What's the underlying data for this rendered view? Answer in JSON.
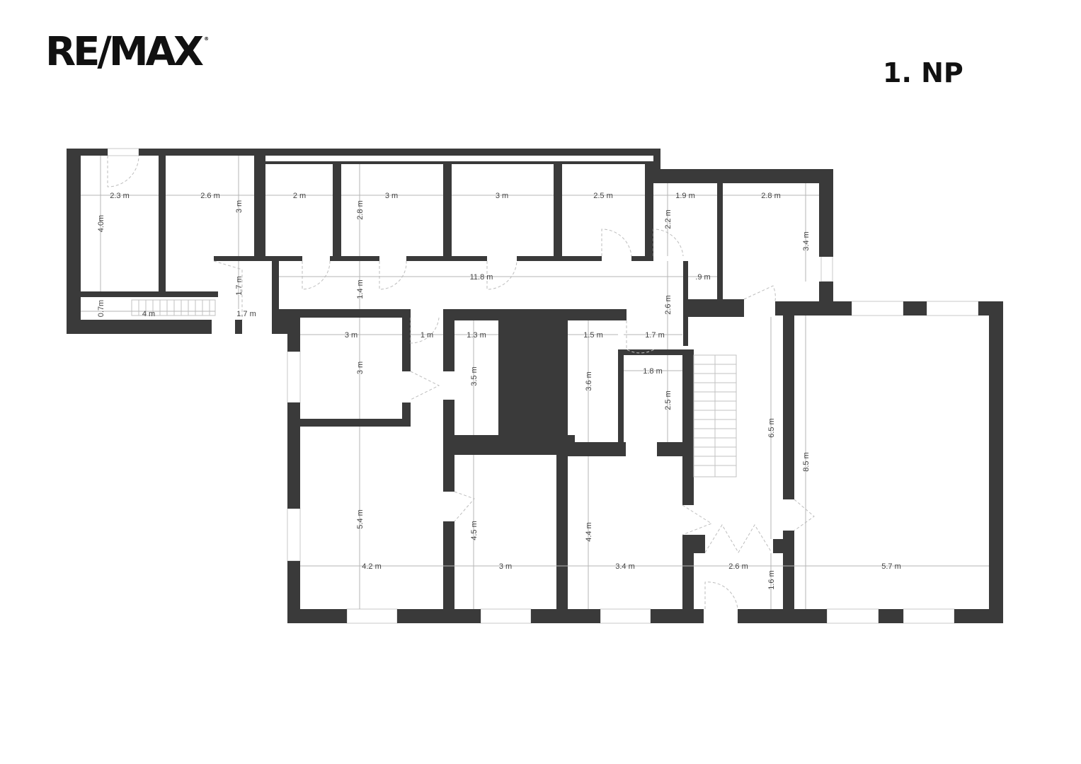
{
  "header": {
    "logo_text": "RE/MAX",
    "logo_mark": "®",
    "floor_label": "1. NP"
  },
  "colors": {
    "wall": "#3a3a3a",
    "dimension_line": "#b5b5b5",
    "background": "#ffffff"
  },
  "dimensions": [
    "2.3 m",
    "2.6 m",
    "3 m",
    "2 m",
    "2.8 m",
    "3 m",
    "3 m",
    "2.5 m",
    "1.9 m",
    "2.8 m",
    "4.0m",
    "2.2 m",
    "3.4 m",
    "1.7 m",
    "11.8 m",
    "1.4 m",
    ".9 m",
    "0.7m",
    "4 m",
    "1.7 m",
    "2.6 m",
    "3 m",
    "1 m",
    "1.3 m",
    "1.5 m",
    "1.7 m",
    "3 m",
    "3.5 m",
    "3.6 m",
    "1.8 m",
    "2.5 m",
    "6.5 m",
    "8.5 m",
    "5.4 m",
    "4.5 m",
    "4.4 m",
    "4.2 m",
    "3 m",
    "3.4 m",
    "2.6 m",
    "5.7 m",
    "1.6 m"
  ]
}
